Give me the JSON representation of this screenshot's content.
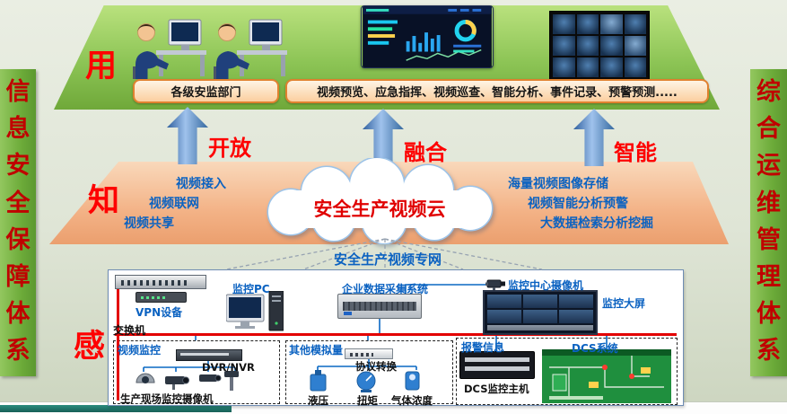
{
  "side_bars": {
    "left": "信息安全保障体系",
    "right": "综合运维管理体系"
  },
  "layers": {
    "use": {
      "label": "用",
      "departments": "各级安监部门",
      "functions": "视频预览、应急指挥、视频巡查、智能分析、事件记录、预警预测....."
    },
    "know": {
      "label": "知",
      "cloud_title": "安全生产视频云",
      "left_features": [
        "视频接入",
        "视频联网",
        "视频共享"
      ],
      "right_features": [
        "海量视频图像存储",
        "视频智能分析预警",
        "大数据检索分析挖掘"
      ]
    },
    "sense": {
      "label": "感",
      "network_label": "安全生产视频专网"
    }
  },
  "arrows": [
    "开放",
    "融合",
    "智能"
  ],
  "devices": {
    "switch": "交换机",
    "vpn": "VPN设备",
    "monitor_pc": "监控PC",
    "data_collection": "企业数据采集系统",
    "center_camera": "监控中心摄像机",
    "big_screen": "监控大屏",
    "video_group": {
      "title": "视频监控",
      "dvr": "DVR/NVR",
      "site_cameras": "生产现场监控摄像机"
    },
    "analog_group": {
      "title": "其他模拟量",
      "protocol": "协议转换",
      "sensors": [
        "液压",
        "扭矩",
        "气体浓度"
      ]
    },
    "dcs_group": {
      "alarm": "报警信息",
      "dcs_host": "DCS监控主机",
      "dcs_system": "DCS系统"
    }
  },
  "colors": {
    "accent_red": "#fe0000",
    "bar_text_red": "#c00000",
    "feature_blue": "#0b62c1",
    "platform_green": "#8cc455",
    "band_orange": "#f3b286",
    "arrow_blue": "#4f81bd",
    "bus_red": "#e30000"
  }
}
